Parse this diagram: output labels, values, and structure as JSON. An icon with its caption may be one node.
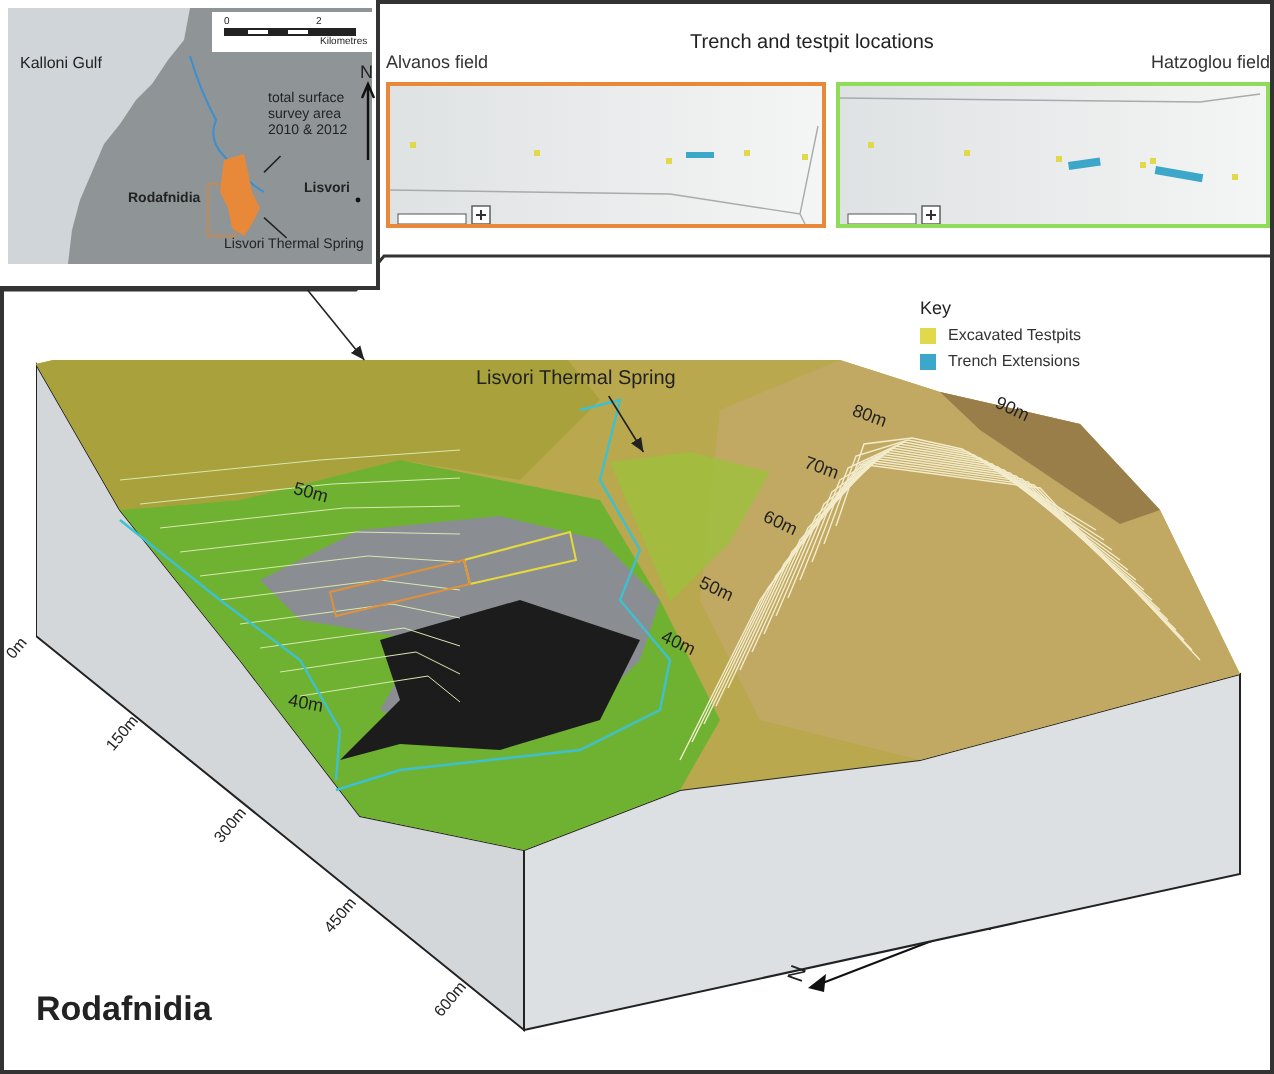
{
  "diagram": {
    "nodes": [
      {
        "text": [],
        "shape": "picture"
      },
      {
        "text": [
          "total surface survey area 2010 & 2012"
        ],
        "in": 0
      },
      {
        "text": [
          "Lisvori Thermal Spring"
        ],
        "in": 0
      },
      {
        "text": [
          "Alvanos field"
        ]
      },
      {
        "text": [
          "Hatzoglou field"
        ]
      },
      {
        "text": [],
        "shape": "picture"
      },
      {
        "text": [
          "Lisvori Thermal Spring"
        ],
        "in": 5
      },
      {
        "text": [],
        "shape": "picture",
        "in": 0
      },
      {
        "text": [],
        "shape": "picture",
        "in": 5
      }
    ],
    "edges": [
      {
        "from": 1,
        "to": 7,
        "arrow": "none"
      },
      {
        "from": 2,
        "to": 7,
        "arrow": "none"
      },
      {
        "from": 0,
        "to": 5,
        "arrow": "to"
      },
      {
        "from": 6,
        "to": 8,
        "arrow": "to"
      }
    ],
    "labels": [
      "0",
      "2",
      "Kilometres",
      "Kalloni Gulf",
      "N",
      "Rodafnidia",
      "Lisvori",
      "Trench and testpit locations",
      "Key",
      "90m",
      "80m",
      "70m",
      "50m",
      "60m",
      "50m",
      "40m",
      "40m",
      "0m",
      "150m",
      "300m",
      "450m",
      "600m",
      "N",
      "Rodafnidia"
    ],
    "legend": [
      {
        "text": "Excavated Testpits",
        "color": "#e2d94a"
      },
      {
        "text": "Trench Extensions",
        "color": "#3ca7c9"
      }
    ]
  }
}
